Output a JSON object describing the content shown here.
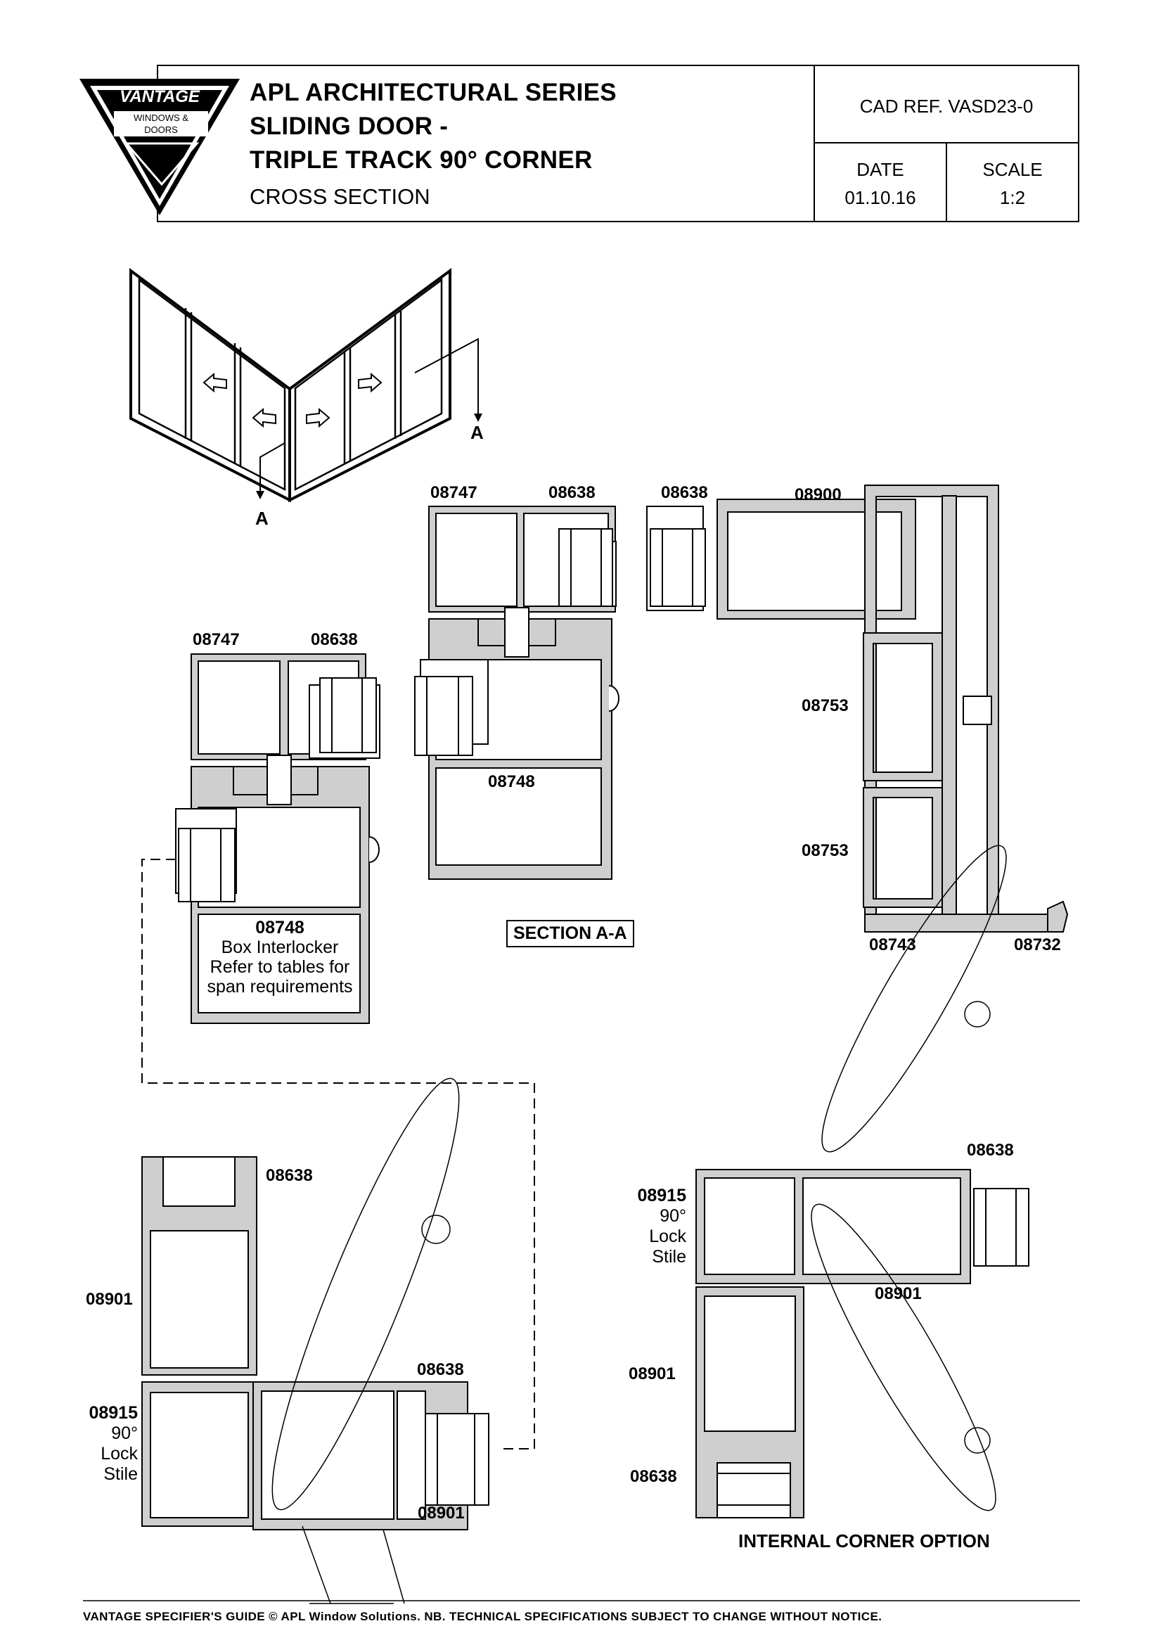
{
  "header": {
    "logo": {
      "brand": "VANTAGE",
      "line1": "WINDOWS &",
      "line2": "DOORS"
    },
    "title_lines": [
      "APL ARCHITECTURAL SERIES",
      "SLIDING DOOR -",
      "TRIPLE TRACK 90° CORNER"
    ],
    "subtitle": "CROSS SECTION",
    "cad_ref_label": "CAD REF.",
    "cad_ref_value": "VASD23-0",
    "date_label": "DATE",
    "date_value": "01.10.16",
    "scale_label": "SCALE",
    "scale_value": "1:2"
  },
  "sketch": {
    "section_mark_right": "A",
    "section_mark_left": "A"
  },
  "section_aa": {
    "caption": "SECTION A-A",
    "labels": {
      "top_08747": "08747",
      "top_08638_a": "08638",
      "top_08638_b": "08638",
      "top_08900": "08900",
      "mid_08747": "08747",
      "mid_08638": "08638",
      "mid_08748": "08748",
      "r_08753_a": "08753",
      "r_08753_b": "08753",
      "r_08743": "08743",
      "r_08732": "08732",
      "box_code": "08748",
      "box_note_1": "Box Interlocker",
      "box_note_2": "Refer to tables for",
      "box_note_3": "span requirements"
    }
  },
  "detail_left": {
    "l_08638_top": "08638",
    "l_08901": "08901",
    "l_08638_mid": "08638",
    "lock_code": "08915",
    "lock_1": "90°",
    "lock_2": "Lock",
    "lock_3": "Stile",
    "l_08901_bottom": "08901"
  },
  "detail_right": {
    "caption": "INTERNAL CORNER OPTION",
    "r_08638_top": "08638",
    "lock_code": "08915",
    "lock_1": "90°",
    "lock_2": "Lock",
    "lock_3": "Stile",
    "r_08901_a": "08901",
    "r_08901_b": "08901",
    "r_08638_bottom": "08638"
  },
  "footer": {
    "text": "VANTAGE SPECIFIER'S GUIDE  © APL Window Solutions. NB. TECHNICAL SPECIFICATIONS SUBJECT TO CHANGE WITHOUT NOTICE."
  },
  "colors": {
    "profile_fill": "#cfcfcf",
    "line": "#000000",
    "paper": "#ffffff"
  }
}
